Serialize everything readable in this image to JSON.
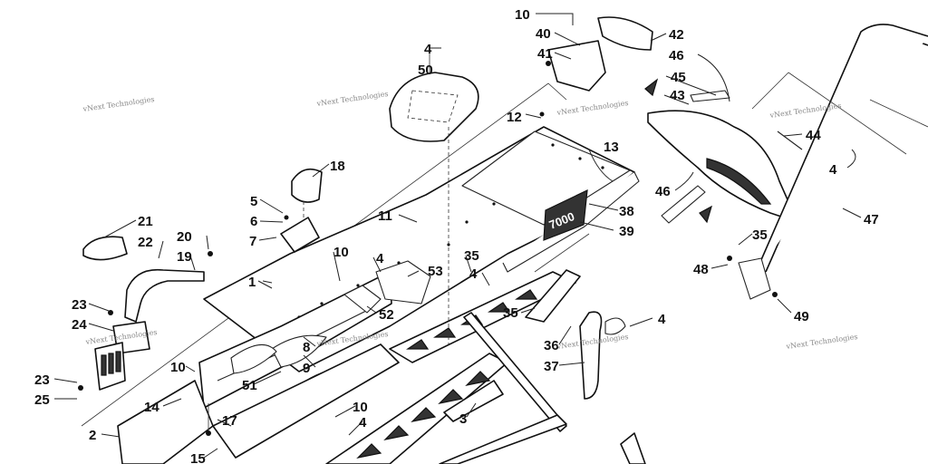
{
  "watermark": "vNext Technologies",
  "decal_text": "7000",
  "callouts": [
    {
      "id": "c1",
      "label": "1"
    },
    {
      "id": "c2",
      "label": "2"
    },
    {
      "id": "c3",
      "label": "3"
    },
    {
      "id": "c4a",
      "label": "4"
    },
    {
      "id": "c4b",
      "label": "4"
    },
    {
      "id": "c4c",
      "label": "4"
    },
    {
      "id": "c4d",
      "label": "4"
    },
    {
      "id": "c4e",
      "label": "4"
    },
    {
      "id": "c4f",
      "label": "4"
    },
    {
      "id": "c5",
      "label": "5"
    },
    {
      "id": "c6",
      "label": "6"
    },
    {
      "id": "c7",
      "label": "7"
    },
    {
      "id": "c8",
      "label": "8"
    },
    {
      "id": "c9",
      "label": "9"
    },
    {
      "id": "c10a",
      "label": "10"
    },
    {
      "id": "c10b",
      "label": "10"
    },
    {
      "id": "c10c",
      "label": "10"
    },
    {
      "id": "c10d",
      "label": "10"
    },
    {
      "id": "c11",
      "label": "11"
    },
    {
      "id": "c12",
      "label": "12"
    },
    {
      "id": "c13",
      "label": "13"
    },
    {
      "id": "c14",
      "label": "14"
    },
    {
      "id": "c15",
      "label": "15"
    },
    {
      "id": "c17",
      "label": "17"
    },
    {
      "id": "c18",
      "label": "18"
    },
    {
      "id": "c19",
      "label": "19"
    },
    {
      "id": "c20",
      "label": "20"
    },
    {
      "id": "c21",
      "label": "21"
    },
    {
      "id": "c22",
      "label": "22"
    },
    {
      "id": "c23a",
      "label": "23"
    },
    {
      "id": "c23b",
      "label": "23"
    },
    {
      "id": "c24",
      "label": "24"
    },
    {
      "id": "c25",
      "label": "25"
    },
    {
      "id": "c35a",
      "label": "35"
    },
    {
      "id": "c35b",
      "label": "35"
    },
    {
      "id": "c35c",
      "label": "35"
    },
    {
      "id": "c36",
      "label": "36"
    },
    {
      "id": "c37",
      "label": "37"
    },
    {
      "id": "c38",
      "label": "38"
    },
    {
      "id": "c39",
      "label": "39"
    },
    {
      "id": "c40",
      "label": "40"
    },
    {
      "id": "c41",
      "label": "41"
    },
    {
      "id": "c42",
      "label": "42"
    },
    {
      "id": "c43",
      "label": "43"
    },
    {
      "id": "c44",
      "label": "44"
    },
    {
      "id": "c45",
      "label": "45"
    },
    {
      "id": "c46a",
      "label": "46"
    },
    {
      "id": "c46b",
      "label": "46"
    },
    {
      "id": "c47",
      "label": "47"
    },
    {
      "id": "c48",
      "label": "48"
    },
    {
      "id": "c49",
      "label": "49"
    },
    {
      "id": "c50",
      "label": "50"
    },
    {
      "id": "c51",
      "label": "51"
    },
    {
      "id": "c52",
      "label": "52"
    },
    {
      "id": "c53",
      "label": "53"
    }
  ]
}
